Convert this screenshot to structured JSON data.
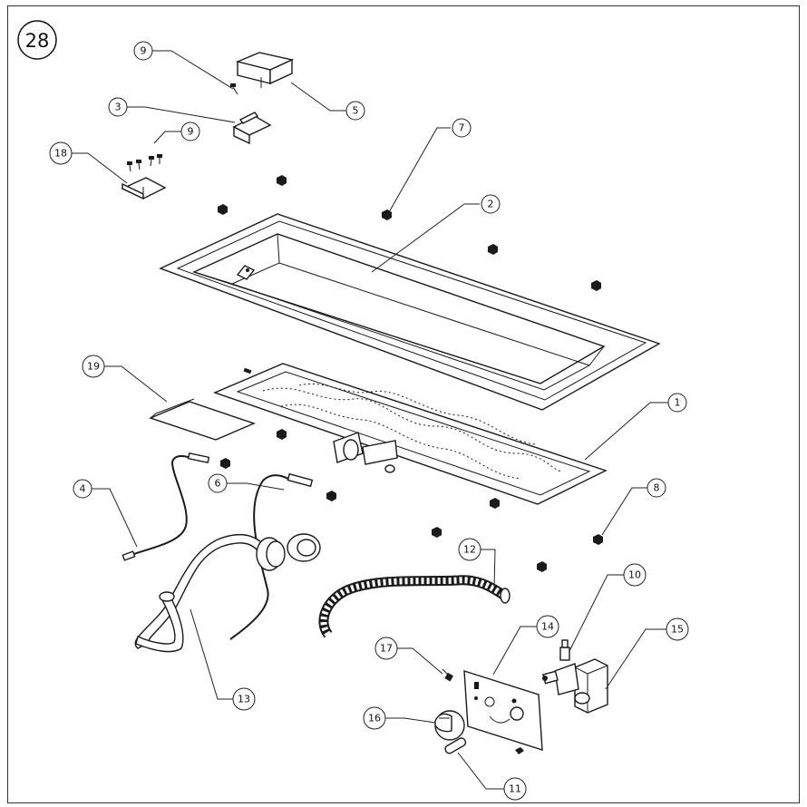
{
  "figure": {
    "number": "28"
  },
  "callouts": [
    "1",
    "2",
    "3",
    "4",
    "5",
    "6",
    "7",
    "8",
    "9",
    "9",
    "10",
    "11",
    "12",
    "13",
    "14",
    "15",
    "16",
    "17",
    "18",
    "19"
  ]
}
